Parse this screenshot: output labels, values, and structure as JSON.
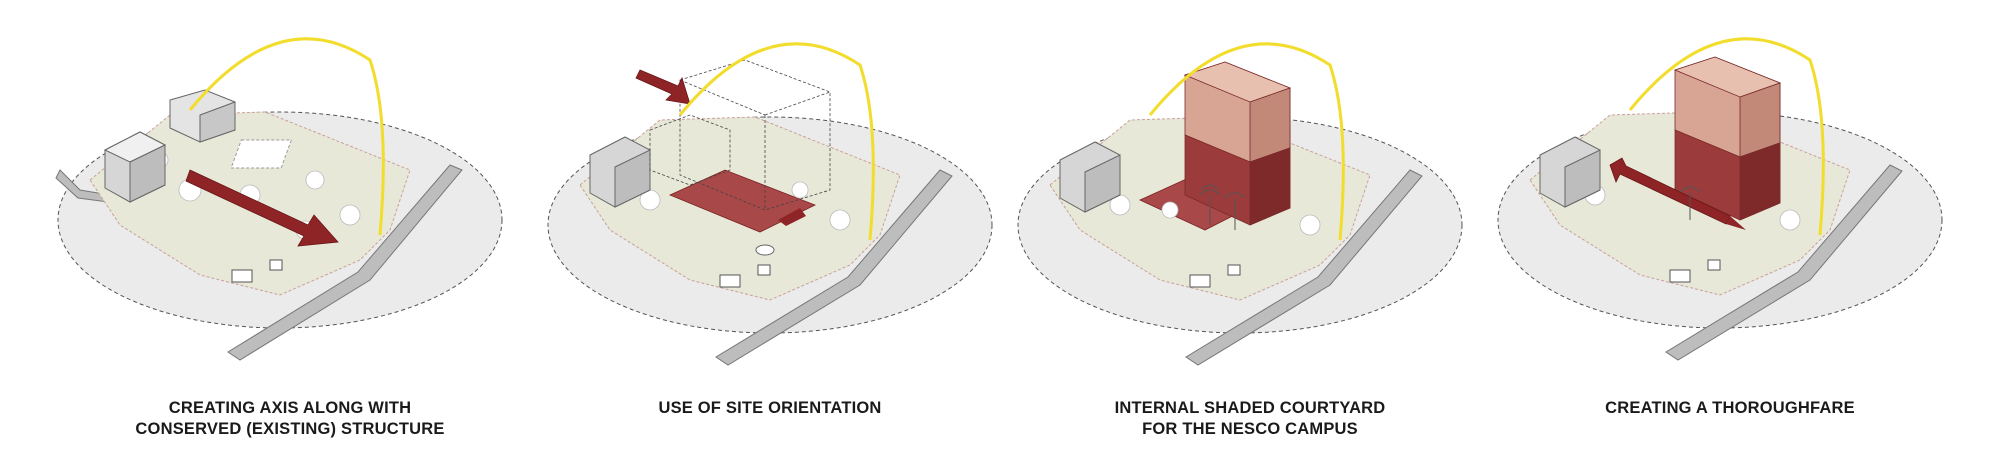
{
  "colors": {
    "sun_path": "#f2dc2c",
    "accent_red": "#8e2426",
    "block_red_light": "#d8a595",
    "block_red_dark": "#9b3b3b",
    "site_fill": "#e7e8d7",
    "ground_fill": "#ebebeb",
    "road_fill": "#bdbdbd"
  },
  "panels": [
    {
      "id": "axis",
      "caption_lines": [
        "CREATING AXIS ALONG WITH",
        "CONSERVED (EXISTING) STRUCTURE"
      ],
      "icons": [
        "site-axis-arrow-icon"
      ]
    },
    {
      "id": "orientation",
      "caption_lines": [
        "USE OF SITE ORIENTATION"
      ],
      "icons": [
        "orientation-arrow-icon"
      ]
    },
    {
      "id": "courtyard",
      "caption_lines": [
        "INTERNAL SHADED COURTYARD",
        "FOR THE NESCO CAMPUS"
      ],
      "icons": [
        "building-mass-icon"
      ]
    },
    {
      "id": "thoroughfare",
      "caption_lines": [
        "CREATING A THOROUGHFARE"
      ],
      "icons": [
        "thoroughfare-arrow-icon"
      ]
    }
  ]
}
